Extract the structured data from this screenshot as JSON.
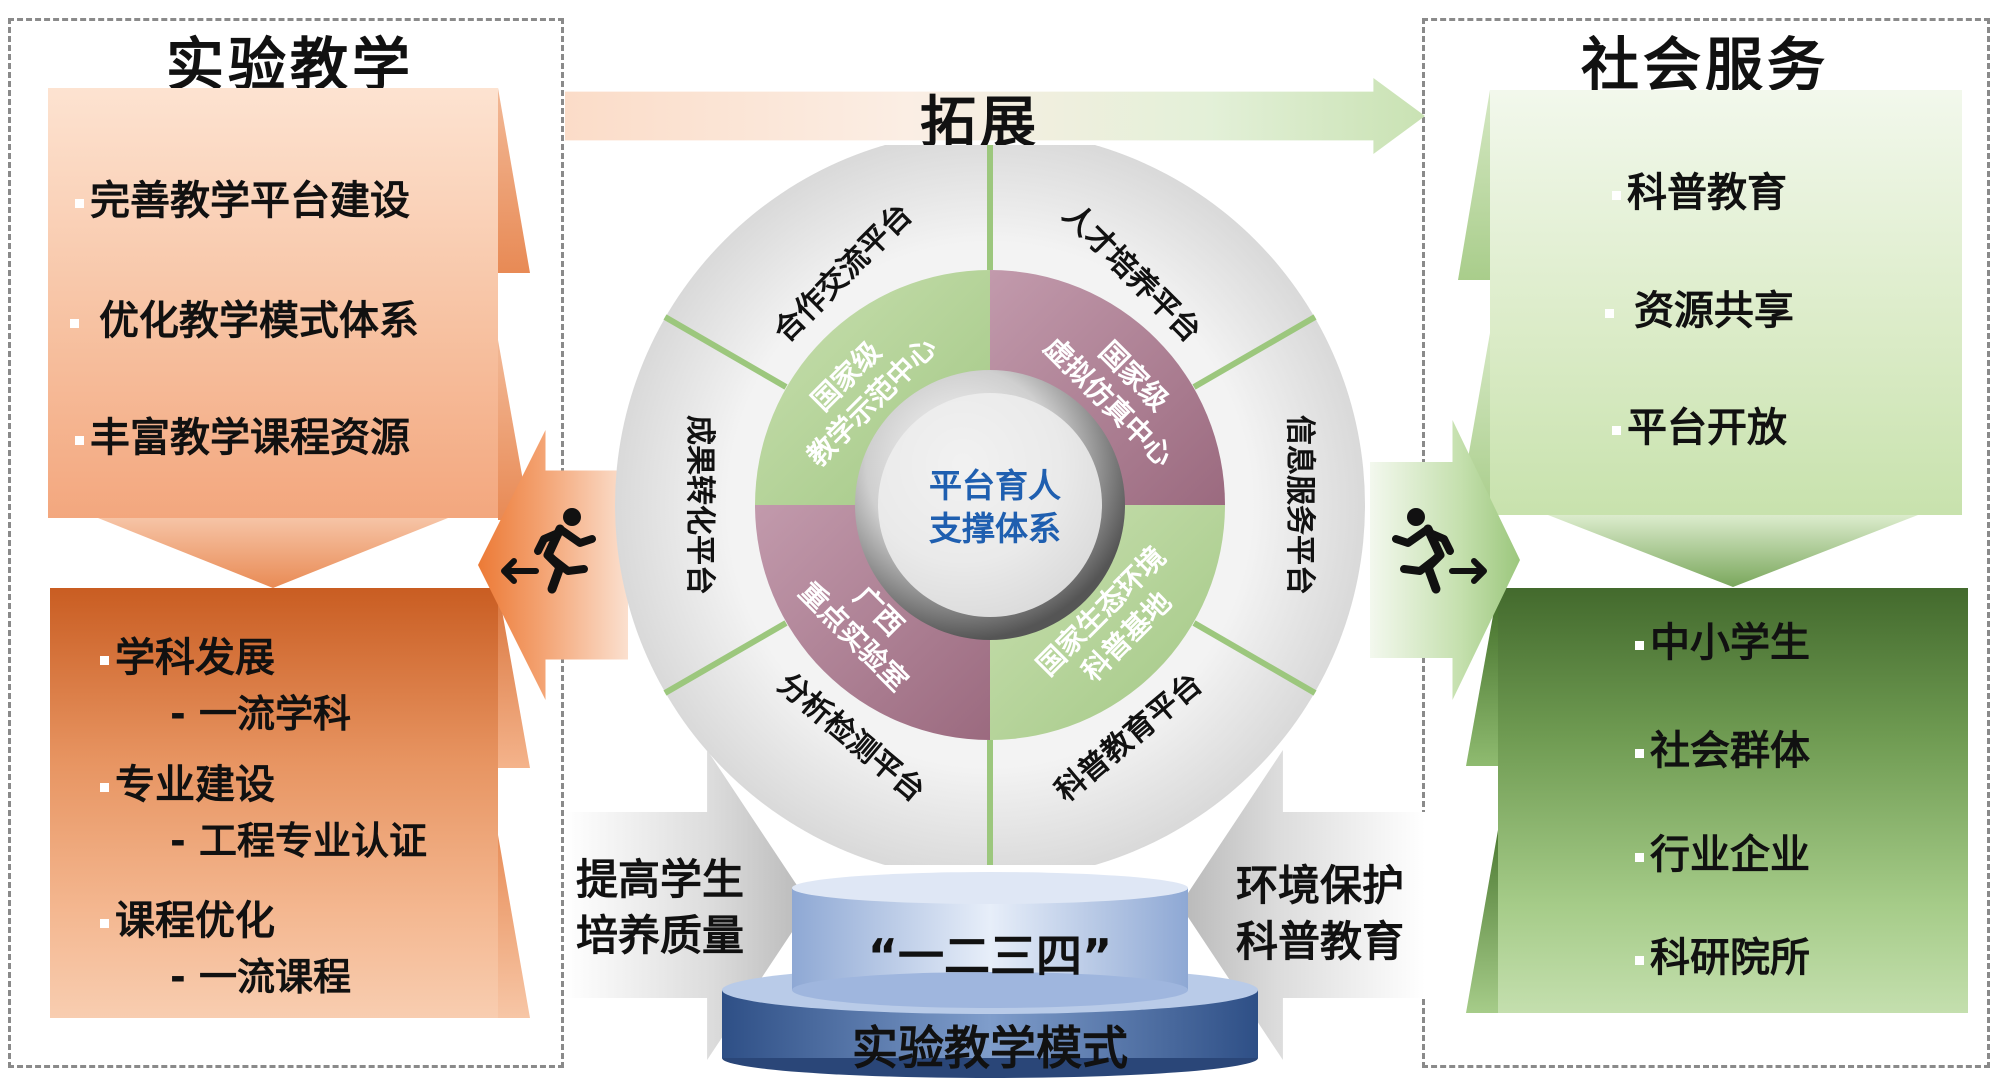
{
  "left": {
    "title": "实验教学",
    "top_items": [
      "完善教学平台建设",
      "优化教学模式体系",
      "丰富教学课程资源"
    ],
    "bottom_items": [
      {
        "main": "学科发展",
        "sub": "- 一流学科"
      },
      {
        "main": "专业建设",
        "sub": "- 工程专业认证"
      },
      {
        "main": "课程优化",
        "sub": "- 一流课程"
      }
    ]
  },
  "right": {
    "title": "社会服务",
    "top_items": [
      "科普教育",
      "资源共享",
      "平台开放"
    ],
    "bottom_items": [
      "中小学生",
      "社会群体",
      "行业企业",
      "科研院所"
    ]
  },
  "top_arrow_label": "拓展",
  "ring": {
    "outer_labels": [
      "合作交流平台",
      "人才培养平台",
      "信息服务平台",
      "科普教育平台",
      "分析检测平台",
      "成果转化平台"
    ],
    "inner_labels": [
      [
        "国家级",
        "教学示范中心"
      ],
      [
        "国家级",
        "虚拟仿真中心"
      ],
      [
        "国家生态环境",
        "科普基地"
      ],
      [
        "广西",
        "重点实验室"
      ]
    ],
    "center": [
      "平台育人",
      "支撑体系"
    ]
  },
  "bottom": {
    "left_arrow_text": [
      "提高学生",
      "培养质量"
    ],
    "right_arrow_text": [
      "环境保护",
      "科普教育"
    ],
    "platform_top": "“一二三四”",
    "platform_bottom": "实验教学模式"
  },
  "colors": {
    "orange": "#e88448",
    "green": "#6a9a4c",
    "ring_green": "#b5d39b",
    "ring_purple": "#b07f93",
    "center_blue": "#1f5fb0"
  }
}
